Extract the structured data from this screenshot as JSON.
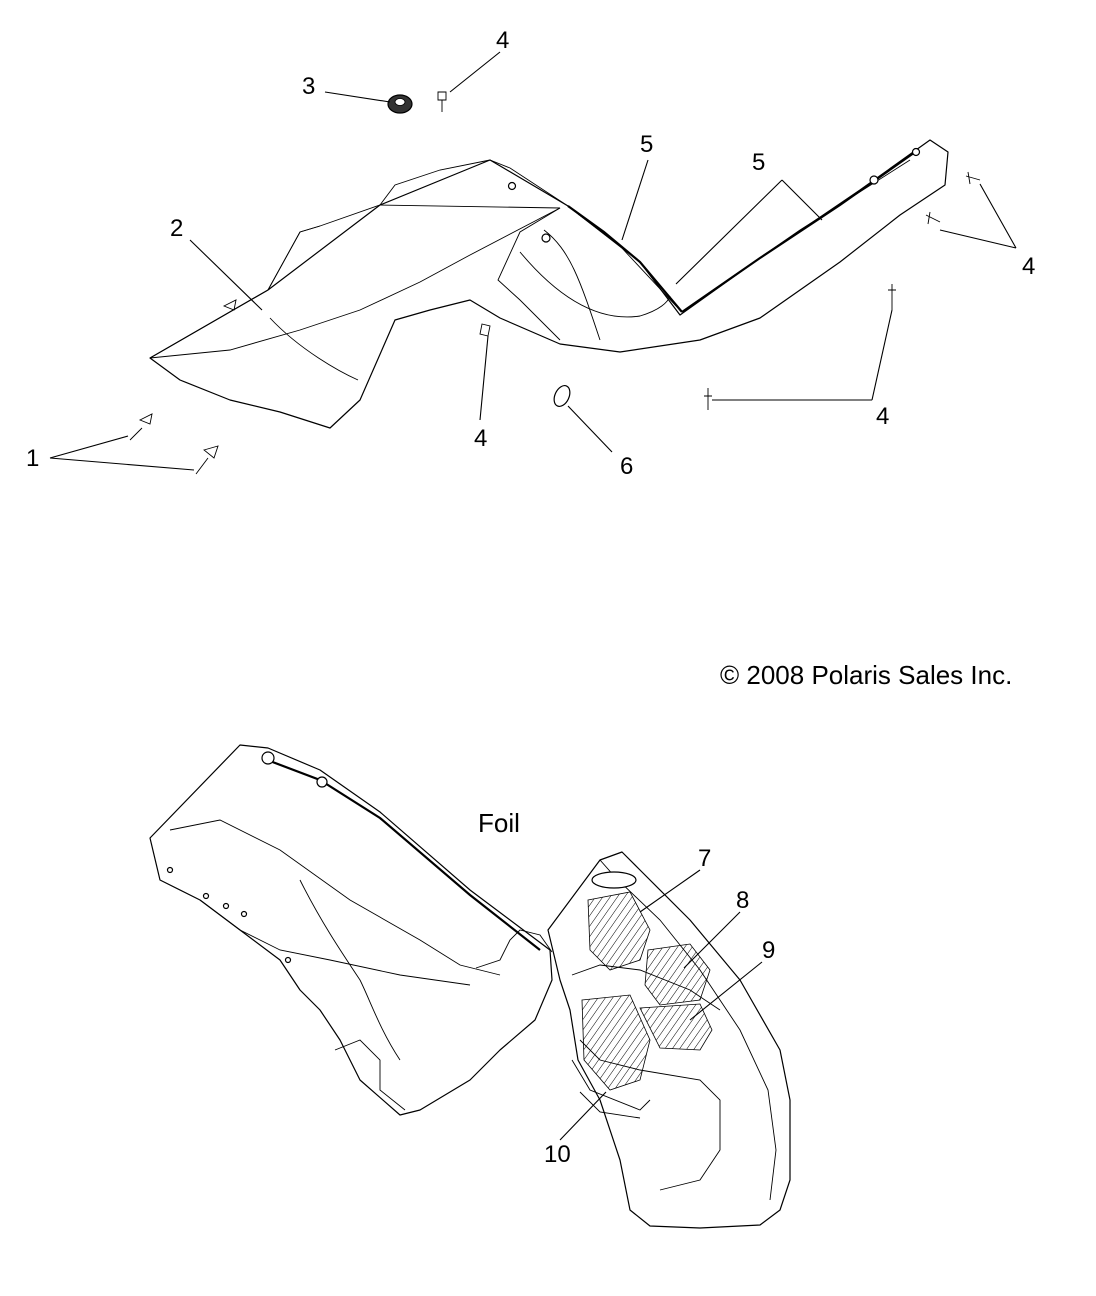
{
  "callouts": {
    "c1": "1",
    "c2": "2",
    "c3": "3",
    "c4a": "4",
    "c4b": "4",
    "c4c": "4",
    "c4d": "4",
    "c5a": "5",
    "c5b": "5",
    "c6": "6",
    "c7": "7",
    "c8": "8",
    "c9": "9",
    "c10": "10"
  },
  "copyright": "© 2008 Polaris Sales Inc.",
  "foil_label": "Foil"
}
